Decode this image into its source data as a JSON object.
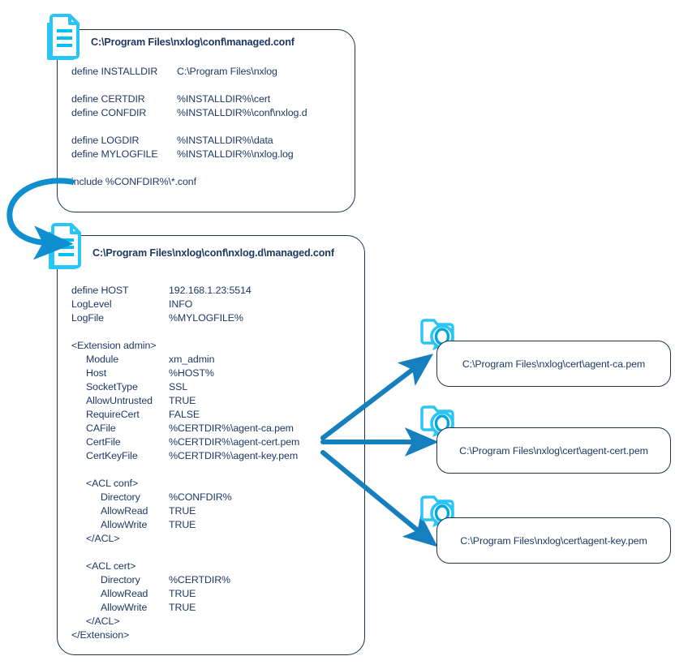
{
  "diagram": {
    "title": "nxlog managed configuration file structure",
    "colors": {
      "icon_cyan": "#29c5f6",
      "icon_cyan_dark": "#00a7e1",
      "arrow_blue": "#1580bd",
      "text_navy": "#1f3864",
      "border_navy": "#1f3349",
      "background": "#ffffff"
    }
  },
  "panels": [
    {
      "id": "managed-conf",
      "icon": "document-icon",
      "title": "C:\\Program Files\\nxlog\\conf\\managed.conf",
      "lines": [
        {
          "key": "define INSTALLDIR",
          "value": "C:\\Program Files\\nxlog"
        },
        {
          "key": "",
          "value": ""
        },
        {
          "key": "define CERTDIR",
          "value": "%INSTALLDIR%\\cert"
        },
        {
          "key": "define CONFDIR",
          "value": "%INSTALLDIR%\\conf\\nxlog.d"
        },
        {
          "key": "",
          "value": ""
        },
        {
          "key": "define LOGDIR",
          "value": "%INSTALLDIR%\\data"
        },
        {
          "key": "define MYLOGFILE",
          "value": "%INSTALLDIR%\\nxlog.log"
        },
        {
          "key": "",
          "value": ""
        },
        {
          "key": "include %CONFDIR%\\*.conf",
          "value": ""
        }
      ]
    },
    {
      "id": "nxlogd-managed-conf",
      "icon": "document-icon",
      "title": "C:\\Program Files\\nxlog\\conf\\nxlog.d\\managed.conf",
      "lines": [
        {
          "key": "define HOST",
          "value": "192.168.1.23:5514",
          "indent": 0
        },
        {
          "key": "LogLevel",
          "value": "INFO",
          "indent": 0
        },
        {
          "key": "LogFile",
          "value": "%MYLOGFILE%",
          "indent": 0
        },
        {
          "key": "",
          "value": "",
          "indent": 0
        },
        {
          "key": "<Extension admin>",
          "value": "",
          "indent": 0
        },
        {
          "key": "Module",
          "value": "xm_admin",
          "indent": 1
        },
        {
          "key": "Host",
          "value": "%HOST%",
          "indent": 1
        },
        {
          "key": "SocketType",
          "value": "SSL",
          "indent": 1
        },
        {
          "key": "AllowUntrusted",
          "value": "TRUE",
          "indent": 1
        },
        {
          "key": "RequireCert",
          "value": "FALSE",
          "indent": 1
        },
        {
          "key": "CAFile",
          "value": "%CERTDIR%\\agent-ca.pem",
          "indent": 1
        },
        {
          "key": "CertFile",
          "value": "%CERTDIR%\\agent-cert.pem",
          "indent": 1
        },
        {
          "key": "CertKeyFile",
          "value": "%CERTDIR%\\agent-key.pem",
          "indent": 1
        },
        {
          "key": "",
          "value": "",
          "indent": 1
        },
        {
          "key": "<ACL conf>",
          "value": "",
          "indent": 1
        },
        {
          "key": "Directory",
          "value": "%CONFDIR%",
          "indent": 2
        },
        {
          "key": "AllowRead",
          "value": "TRUE",
          "indent": 2
        },
        {
          "key": "AllowWrite",
          "value": "TRUE",
          "indent": 2
        },
        {
          "key": "</ACL>",
          "value": "",
          "indent": 1
        },
        {
          "key": "",
          "value": "",
          "indent": 1
        },
        {
          "key": "<ACL cert>",
          "value": "",
          "indent": 1
        },
        {
          "key": "Directory",
          "value": "%CERTDIR%",
          "indent": 2
        },
        {
          "key": "AllowRead",
          "value": "TRUE",
          "indent": 2
        },
        {
          "key": "AllowWrite",
          "value": "TRUE",
          "indent": 2
        },
        {
          "key": "</ACL>",
          "value": "",
          "indent": 1
        },
        {
          "key": "</Extension>",
          "value": "",
          "indent": 0
        }
      ]
    }
  ],
  "certificates": [
    {
      "id": "agent-ca",
      "icon": "certificate-icon",
      "path": "C:\\Program Files\\nxlog\\cert\\agent-ca.pem"
    },
    {
      "id": "agent-cert",
      "icon": "certificate-icon",
      "path": "C:\\Program Files\\nxlog\\cert\\agent-cert.pem"
    },
    {
      "id": "agent-key",
      "icon": "certificate-icon",
      "path": "C:\\Program Files\\nxlog\\cert\\agent-key.pem"
    }
  ],
  "connectors": [
    {
      "id": "include-to-nxlogd",
      "shape": "curved-arrow",
      "from": "include %CONFDIR%\\*.conf",
      "to": "nxlog.d\\managed.conf"
    },
    {
      "id": "cafile-to-agent-ca",
      "shape": "straight-arrow",
      "from": "CAFile",
      "to": "agent-ca.pem"
    },
    {
      "id": "certfile-to-agent-cert",
      "shape": "straight-arrow",
      "from": "CertFile",
      "to": "agent-cert.pem"
    },
    {
      "id": "certkeyfile-to-agent-key",
      "shape": "straight-arrow",
      "from": "CertKeyFile",
      "to": "agent-key.pem"
    }
  ]
}
